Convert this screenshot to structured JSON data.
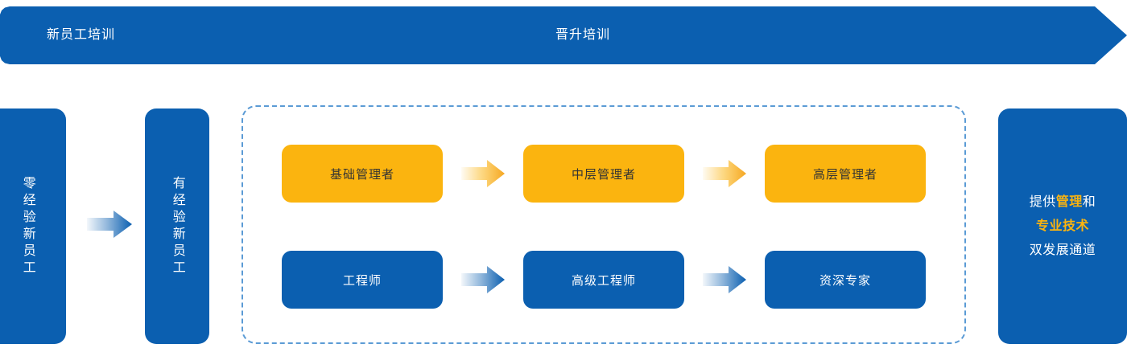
{
  "banner": {
    "phase1_label": "新员工培训",
    "phase2_label": "晋升培训",
    "color": "#0B5FB0"
  },
  "stages": [
    {
      "id": "stage-zero",
      "label": "零经验新员工"
    },
    {
      "id": "stage-exp",
      "label": "有经验新员工"
    }
  ],
  "arrows": {
    "entry": {
      "name": "arrow-zero-to-exp",
      "style": "blue-gradient"
    },
    "mgmt_1": {
      "name": "arrow-basic-to-middle",
      "style": "orange-gradient"
    },
    "mgmt_2": {
      "name": "arrow-middle-to-senior",
      "style": "orange-gradient"
    },
    "tech_1": {
      "name": "arrow-engineer-to-senior-engineer",
      "style": "blue-gradient"
    },
    "tech_2": {
      "name": "arrow-senior-engineer-to-expert",
      "style": "blue-gradient"
    }
  },
  "tracks": {
    "management": {
      "track_name": "management-track",
      "color": "#FBB40F",
      "roles": [
        {
          "label": "基础管理者"
        },
        {
          "label": "中层管理者"
        },
        {
          "label": "高层管理者"
        }
      ]
    },
    "technical": {
      "track_name": "technical-track",
      "color": "#0B5FB0",
      "roles": [
        {
          "label": "工程师"
        },
        {
          "label": "高级工程师"
        },
        {
          "label": "资深专家"
        }
      ]
    }
  },
  "outcome": {
    "line1_prefix": "提供",
    "line1_highlight": "管理",
    "line1_suffix": "和",
    "line2": "专业技术",
    "line3": "双发展通道",
    "highlight_color": "#FBB40F",
    "background_color": "#0B5FB0"
  }
}
